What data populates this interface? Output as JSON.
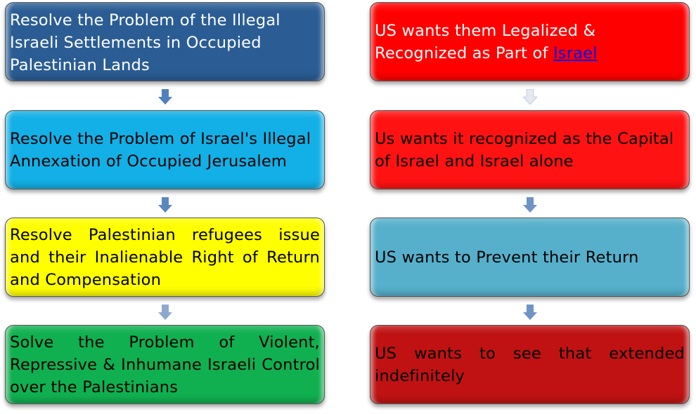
{
  "left_column": [
    {
      "text": "Resolve the Problem of the Illegal Israeli Settlements in Occupied Palestinian Lands",
      "color": "#2b5d94",
      "text_color": "#ffffff"
    },
    {
      "text": "Resolve the Problem of Israel's Illegal Annexation of Occupied Jerusalem",
      "color": "#12b0e6",
      "text_color": "#000000"
    },
    {
      "text": "Resolve Palestinian refugees issue and their Inalienable Right of Return and Compensation",
      "color": "#ffff00",
      "text_color": "#000000"
    },
    {
      "text": "Solve the Problem of Violent, Repressive & Inhumane Israeli Control over the Palestinians",
      "color": "#10b050",
      "text_color": "#000000"
    }
  ],
  "right_column": [
    {
      "text": "US wants them Legalized & Recognized as Part of ",
      "link": "Israel",
      "color": "#ff0000",
      "text_color": "#ffffff"
    },
    {
      "text": "Us wants it recognized as the Capital of Israel and Israel alone",
      "color": "#ff1212",
      "text_color": "#000000"
    },
    {
      "text": "US wants to Prevent their Return",
      "color": "#56b0cb",
      "text_color": "#000000"
    },
    {
      "text": "US wants to see that extended indefinitely",
      "color": "#c01212",
      "text_color": "#000000"
    }
  ]
}
